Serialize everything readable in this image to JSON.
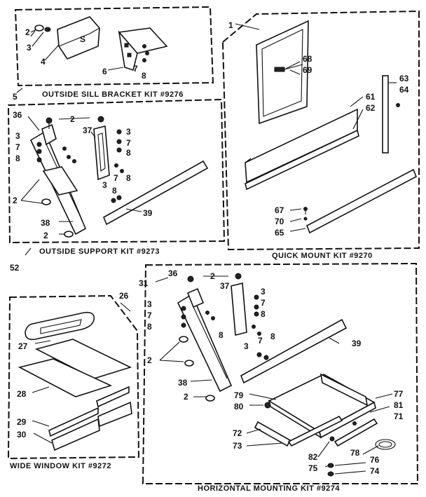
{
  "kits": {
    "outside_sill": "OUTSIDE SILL BRACKET KIT #9276",
    "outside_support": "OUTSIDE SUPPORT KIT #9273",
    "quick_mount": "QUICK MOUNT KIT #9270",
    "wide_window": "WIDE WINDOW KIT #9272",
    "horizontal_mounting": "HORIZONTAL MOUNTING KIT #9274"
  },
  "callouts": {
    "sill": [
      "2",
      "3",
      "4",
      "5",
      "6",
      "7",
      "8"
    ],
    "quick_mount": [
      "1",
      "68",
      "69",
      "63",
      "64",
      "61",
      "62",
      "67",
      "70",
      "65"
    ],
    "support": [
      "36",
      "2",
      "37",
      "3",
      "7",
      "8",
      "3",
      "7",
      "8",
      "8",
      "3",
      "7",
      "8",
      "2",
      "38",
      "2",
      "39",
      "52"
    ],
    "wide_window": [
      "26",
      "27",
      "28",
      "29",
      "30"
    ],
    "horizontal": [
      "31",
      "36",
      "2",
      "37",
      "3",
      "7",
      "8",
      "3",
      "7",
      "8",
      "8",
      "3",
      "7",
      "8",
      "2",
      "39",
      "38",
      "2",
      "79",
      "80",
      "77",
      "81",
      "71",
      "72",
      "73",
      "82",
      "75",
      "78",
      "76",
      "74"
    ]
  }
}
